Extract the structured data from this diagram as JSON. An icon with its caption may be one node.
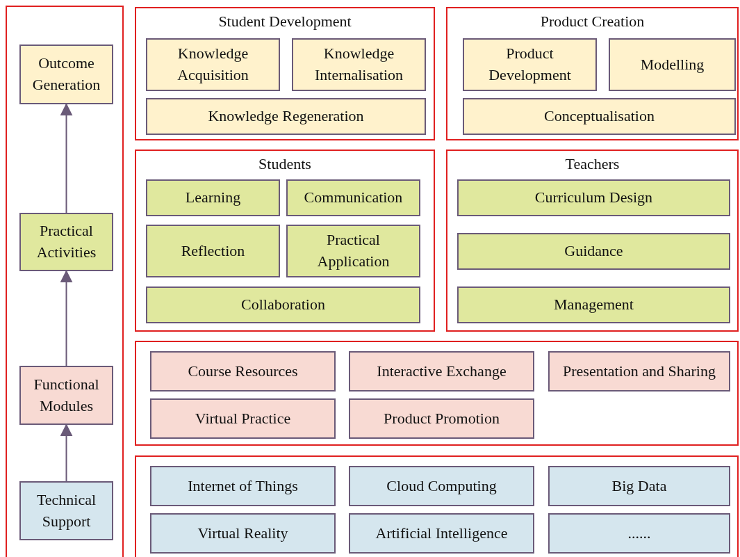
{
  "diagram": {
    "nodes": [
      {
        "text": [],
        "shape": "box"
      },
      {
        "text": [
          "Outcome Generation"
        ],
        "in": 0
      },
      {
        "text": [
          "Practical Activities"
        ],
        "in": 0
      },
      {
        "text": [
          "Functional Modules"
        ],
        "in": 0
      },
      {
        "text": [
          "Technical Support"
        ],
        "in": 0
      },
      {
        "text": [
          "Student Development"
        ]
      },
      {
        "text": [
          "Knowledge Acquisition"
        ],
        "in": 5
      },
      {
        "text": [
          "Knowledge Internalisation"
        ],
        "in": 5
      },
      {
        "text": [
          "Knowledge Regeneration"
        ],
        "in": 5
      },
      {
        "text": [
          "Product Creation"
        ]
      },
      {
        "text": [
          "Product Development"
        ],
        "in": 9
      },
      {
        "text": [
          "Modelling"
        ],
        "in": 9
      },
      {
        "text": [
          "Conceptualisation"
        ],
        "in": 9
      },
      {
        "text": [
          "Students"
        ]
      },
      {
        "text": [
          "Learning"
        ],
        "in": 13
      },
      {
        "text": [
          "Communication"
        ],
        "in": 13
      },
      {
        "text": [
          "Reflection"
        ],
        "in": 13
      },
      {
        "text": [
          "Practical Application"
        ],
        "in": 13
      },
      {
        "text": [
          "Collaboration"
        ],
        "in": 13
      },
      {
        "text": [
          "Teachers"
        ]
      },
      {
        "text": [
          "Curriculum Design"
        ],
        "in": 19
      },
      {
        "text": [
          "Guidance"
        ],
        "in": 19
      },
      {
        "text": [
          "Management"
        ],
        "in": 19
      },
      {
        "text": [],
        "shape": "box"
      },
      {
        "text": [
          "Course Resources"
        ],
        "in": 23
      },
      {
        "text": [
          "Interactive Exchange"
        ],
        "in": 23
      },
      {
        "text": [
          "Presentation and Sharing"
        ],
        "in": 23
      },
      {
        "text": [
          "Virtual Practice"
        ],
        "in": 23
      },
      {
        "text": [
          "Product Promotion"
        ],
        "in": 23
      },
      {
        "text": [],
        "shape": "box"
      },
      {
        "text": [
          "Internet of Things"
        ],
        "in": 29
      },
      {
        "text": [
          "Cloud Computing"
        ],
        "in": 29
      },
      {
        "text": [
          "Big Data"
        ],
        "in": 29
      },
      {
        "text": [
          "Virtual Reality"
        ],
        "in": 29
      },
      {
        "text": [
          "Artificial Intelligence"
        ],
        "in": 29
      },
      {
        "text": [
          "......"
        ],
        "in": 29
      }
    ],
    "edges": [
      {
        "from": 4,
        "to": 3,
        "arrow": "to"
      },
      {
        "from": 3,
        "to": 2,
        "arrow": "to"
      },
      {
        "from": 2,
        "to": 1,
        "arrow": "to"
      }
    ]
  }
}
